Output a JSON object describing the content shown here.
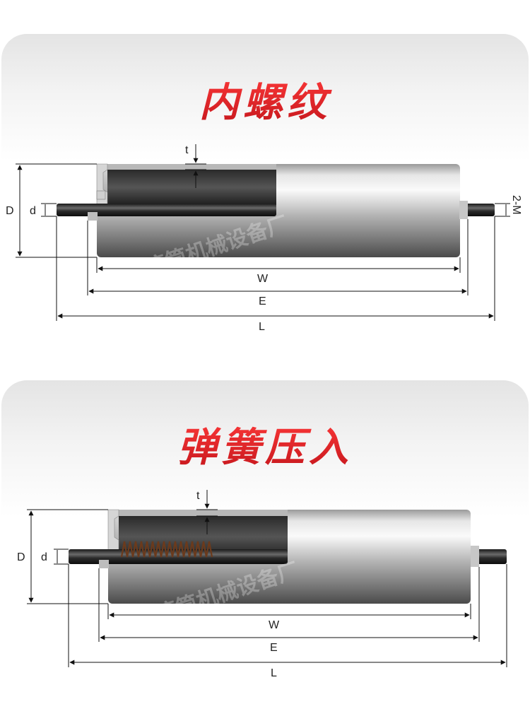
{
  "sections": [
    {
      "title": "内螺纹",
      "labels": {
        "D": "D",
        "d": "d",
        "t": "t",
        "W": "W",
        "E": "E",
        "L": "L",
        "thread": "2-M"
      }
    },
    {
      "title": "弹簧压入",
      "labels": {
        "D": "D",
        "d": "d",
        "t": "t",
        "W": "W",
        "E": "E",
        "L": "L"
      }
    }
  ],
  "watermark": "滚筒机械设备厂"
}
